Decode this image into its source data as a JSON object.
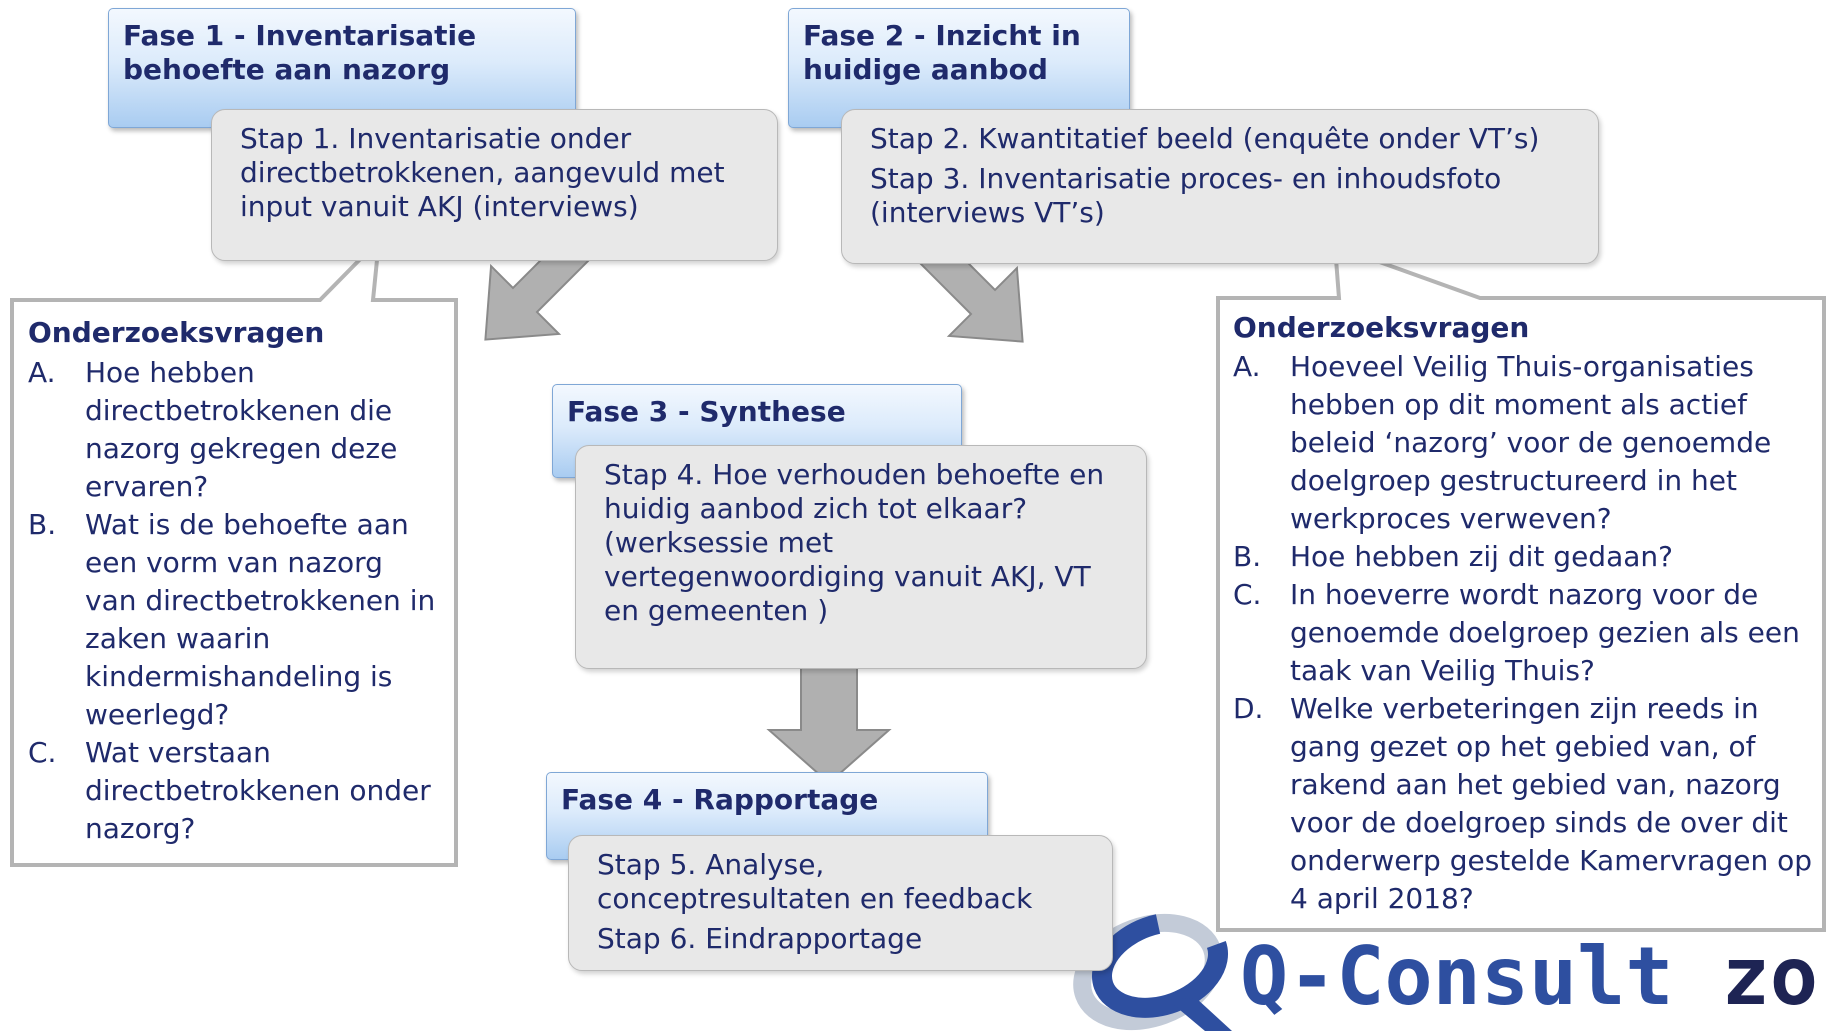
{
  "fases": [
    {
      "title_lines": [
        "Fase 1 - Inventarisatie",
        "behoefte aan nazorg"
      ],
      "steps": [
        "Stap 1. Inventarisatie onder directbetrokkenen, aangevuld met input vanuit AKJ (interviews)"
      ]
    },
    {
      "title_lines": [
        "Fase 2 - Inzicht in",
        "huidige aanbod"
      ],
      "steps": [
        "Stap 2. Kwantitatief beeld (enquête onder VT’s)",
        "Stap 3. Inventarisatie proces- en inhoudsfoto (interviews VT’s)"
      ]
    },
    {
      "title_lines": [
        "Fase 3 - Synthese"
      ],
      "steps": [
        "Stap 4. Hoe verhouden behoefte en huidig aanbod zich tot elkaar? (werksessie met vertegenwoordiging vanuit AKJ, VT en gemeenten )"
      ]
    },
    {
      "title_lines": [
        "Fase 4 - Rapportage"
      ],
      "steps": [
        "Stap 5. Analyse, conceptresultaten en feedback",
        "Stap 6. Eindrapportage"
      ]
    }
  ],
  "left_questions": {
    "title": "Onderzoeksvragen",
    "items": [
      {
        "letter": "A.",
        "text": "Hoe hebben directbetrokkenen die nazorg gekregen deze ervaren?"
      },
      {
        "letter": "B.",
        "text": "Wat is de behoefte aan een vorm van nazorg van directbetrokkenen in zaken waarin kindermishandeling is weerlegd?"
      },
      {
        "letter": "C.",
        "text": "Wat verstaan directbetrokkenen onder nazorg?"
      }
    ]
  },
  "right_questions": {
    "title": "Onderzoeksvragen",
    "items": [
      {
        "letter": "A.",
        "text": "Hoeveel Veilig Thuis-organisaties hebben op dit moment als actief beleid ‘nazorg’ voor de genoemde doelgroep gestructureerd in het werkproces verweven?"
      },
      {
        "letter": "B.",
        "text": "Hoe hebben zij dit gedaan?"
      },
      {
        "letter": "C.",
        "text": "In hoeverre wordt nazorg voor de genoemde doelgroep gezien als een taak van Veilig Thuis?"
      },
      {
        "letter": "D.",
        "text": "Welke verbeteringen zijn reeds in gang gezet op het gebied van, of rakend aan het gebied van, nazorg voor de doelgroep sinds de over dit onderwerp gestelde Kamervragen op 4 april 2018?"
      }
    ]
  },
  "logo": {
    "brand": "Q-Consult",
    "suffix": "zorg"
  },
  "colors": {
    "text_navy": "#1f2a6b",
    "logo_blue": "#2e4fa0",
    "arrow_gray": "#b0b0b0"
  }
}
